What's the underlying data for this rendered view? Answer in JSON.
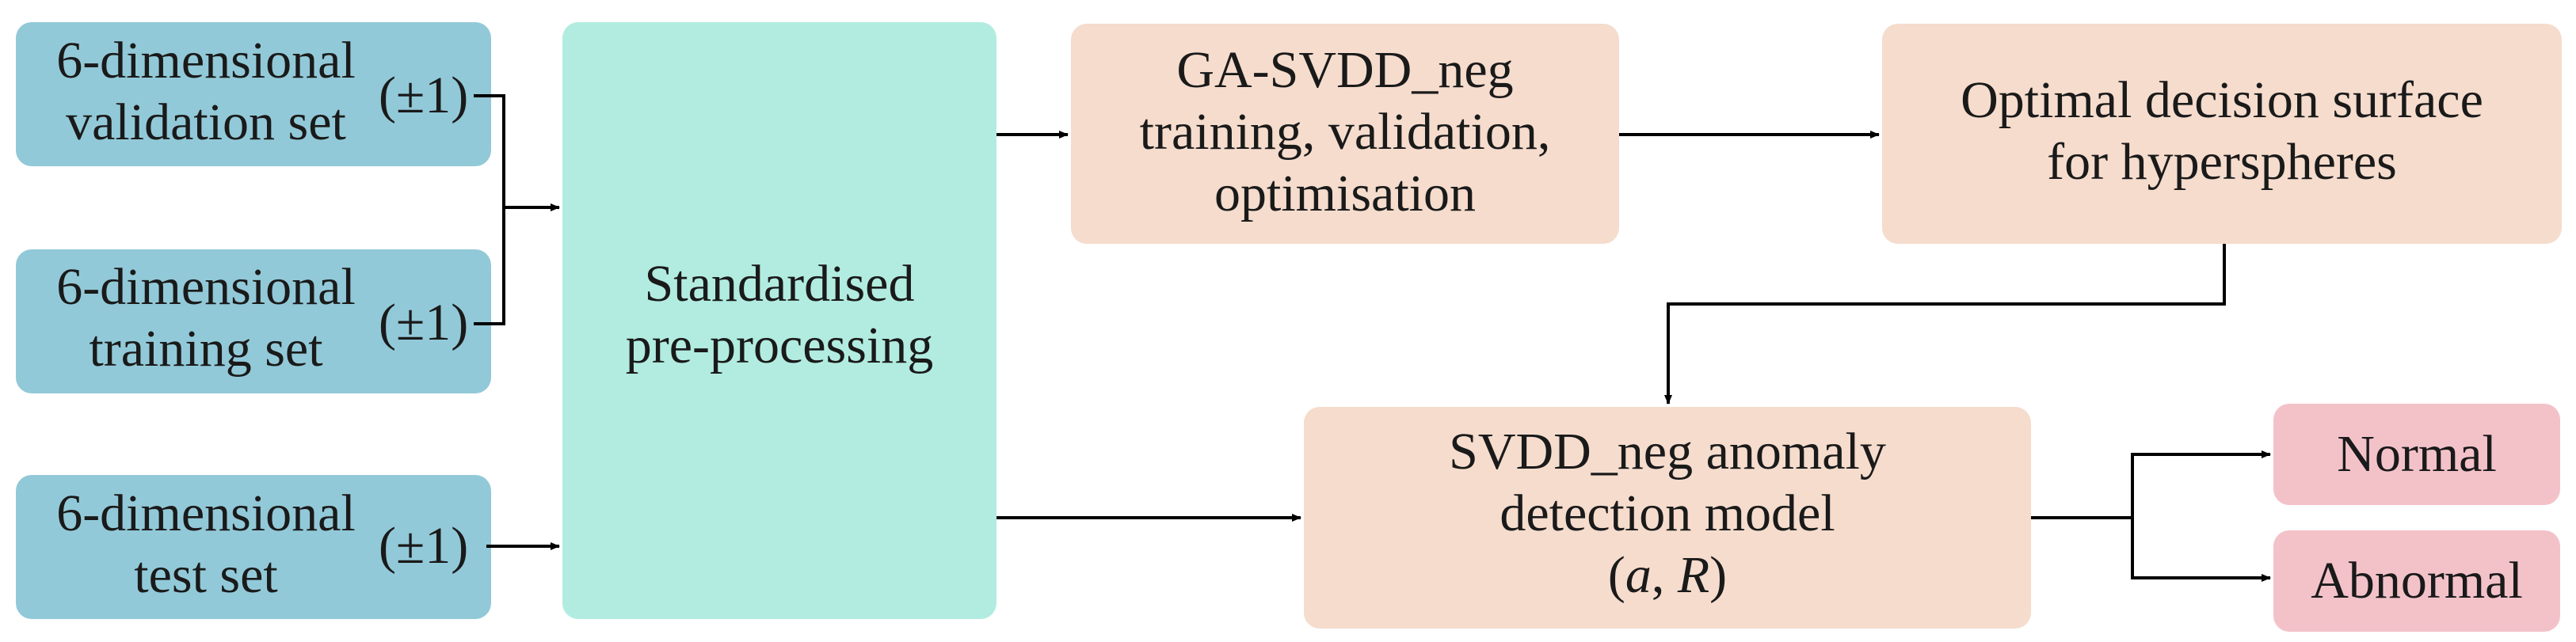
{
  "inputs": {
    "validation": {
      "line1": "6-dimensional",
      "line2": "validation set",
      "suffix": "(±1)"
    },
    "training": {
      "line1": "6-dimensional",
      "line2": "training set",
      "suffix": "(±1)"
    },
    "test": {
      "line1": "6-dimensional",
      "line2": "test set",
      "suffix": "(±1)"
    }
  },
  "preprocess": {
    "line1": "Standardised",
    "line2": "pre-processing"
  },
  "ga_svdd": {
    "line1": "GA-SVDD_neg",
    "line2": "training, validation,",
    "line3": "optimisation"
  },
  "surface": {
    "line1": "Optimal decision surface",
    "line2": "for hyperspheres"
  },
  "model": {
    "line1": "SVDD_neg anomaly",
    "line2": "detection model",
    "param_open": "(",
    "param_a": "a",
    "param_sep": ", ",
    "param_R": "R",
    "param_close": ")"
  },
  "outputs": {
    "normal": "Normal",
    "abnormal": "Abnormal"
  },
  "colors": {
    "input": "#92c9d8",
    "preprocess": "#b2ece0",
    "process": "#f5dccd",
    "output": "#f3c2c9",
    "line": "#000000"
  }
}
